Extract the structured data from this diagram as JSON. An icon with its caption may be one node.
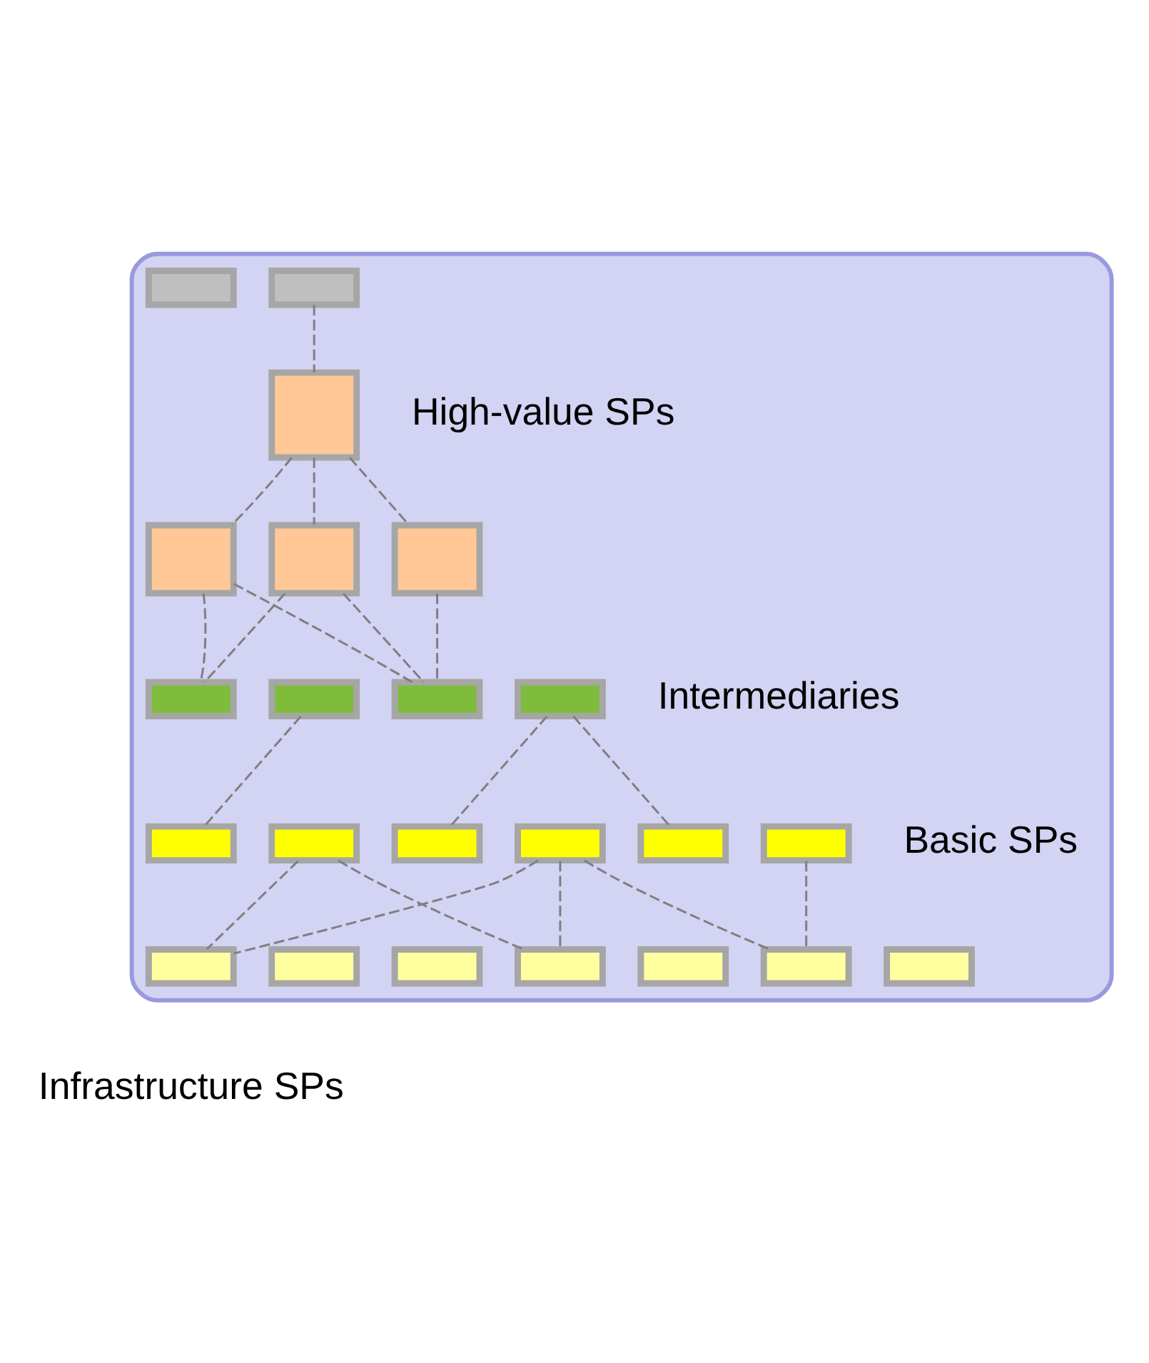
{
  "diagram": {
    "nodes": [
      {
        "text": [],
        "shape": "cloud"
      },
      {
        "text": [],
        "shape": "box",
        "in": 0
      },
      {
        "text": [],
        "shape": "box",
        "in": 0
      },
      {
        "text": [],
        "shape": "box",
        "in": 0
      },
      {
        "text": [],
        "shape": "box",
        "in": 0
      },
      {
        "text": [],
        "shape": "box",
        "in": 0
      },
      {
        "text": [],
        "shape": "box",
        "in": 0
      },
      {
        "text": [],
        "shape": "box",
        "in": 0
      },
      {
        "text": [],
        "shape": "box",
        "in": 0
      },
      {
        "text": [],
        "shape": "box",
        "in": 0
      },
      {
        "text": [],
        "shape": "box",
        "in": 0
      },
      {
        "text": [],
        "shape": "box",
        "in": 0
      },
      {
        "text": [],
        "shape": "box",
        "in": 0
      },
      {
        "text": [],
        "shape": "box",
        "in": 0
      },
      {
        "text": [],
        "shape": "box",
        "in": 0
      },
      {
        "text": [],
        "shape": "box",
        "in": 0
      },
      {
        "text": [],
        "shape": "box",
        "in": 0
      },
      {
        "text": [],
        "shape": "box",
        "in": 0
      },
      {
        "text": [],
        "shape": "box",
        "in": 0
      },
      {
        "text": [],
        "shape": "box",
        "in": 0
      },
      {
        "text": [],
        "shape": "box",
        "in": 0
      },
      {
        "text": [],
        "shape": "box",
        "in": 0
      },
      {
        "text": [],
        "shape": "box",
        "in": 0
      },
      {
        "text": [],
        "shape": "box",
        "in": 0
      }
    ],
    "edges": [
      {
        "from": 2,
        "to": 3,
        "arrow": "none",
        "style": "dashed"
      },
      {
        "from": 3,
        "to": 4,
        "arrow": "none",
        "style": "dashed"
      },
      {
        "from": 3,
        "to": 5,
        "arrow": "none",
        "style": "dashed"
      },
      {
        "from": 3,
        "to": 6,
        "arrow": "none",
        "style": "dashed"
      },
      {
        "from": 4,
        "to": 7,
        "arrow": "none",
        "style": "dashed"
      },
      {
        "from": 4,
        "to": 9,
        "arrow": "none",
        "style": "dashed"
      },
      {
        "from": 5,
        "to": 7,
        "arrow": "none",
        "style": "dashed"
      },
      {
        "from": 5,
        "to": 9,
        "arrow": "none",
        "style": "dashed"
      },
      {
        "from": 6,
        "to": 9,
        "arrow": "none",
        "style": "dashed"
      },
      {
        "from": 8,
        "to": 11,
        "arrow": "none",
        "style": "dashed"
      },
      {
        "from": 10,
        "to": 13,
        "arrow": "none",
        "style": "dashed"
      },
      {
        "from": 10,
        "to": 15,
        "arrow": "none",
        "style": "dashed"
      },
      {
        "from": 12,
        "to": 17,
        "arrow": "none",
        "style": "dashed"
      },
      {
        "from": 12,
        "to": 20,
        "arrow": "none",
        "style": "dashed"
      },
      {
        "from": 14,
        "to": 17,
        "arrow": "none",
        "style": "dashed"
      },
      {
        "from": 14,
        "to": 20,
        "arrow": "none",
        "style": "dashed"
      },
      {
        "from": 14,
        "to": 22,
        "arrow": "none",
        "style": "dashed"
      },
      {
        "from": 16,
        "to": 22,
        "arrow": "none",
        "style": "dashed"
      }
    ],
    "labels": [
      "High-value SPs",
      "Intermediaries",
      "Basic SPs",
      "Infrastructure SPs"
    ]
  }
}
